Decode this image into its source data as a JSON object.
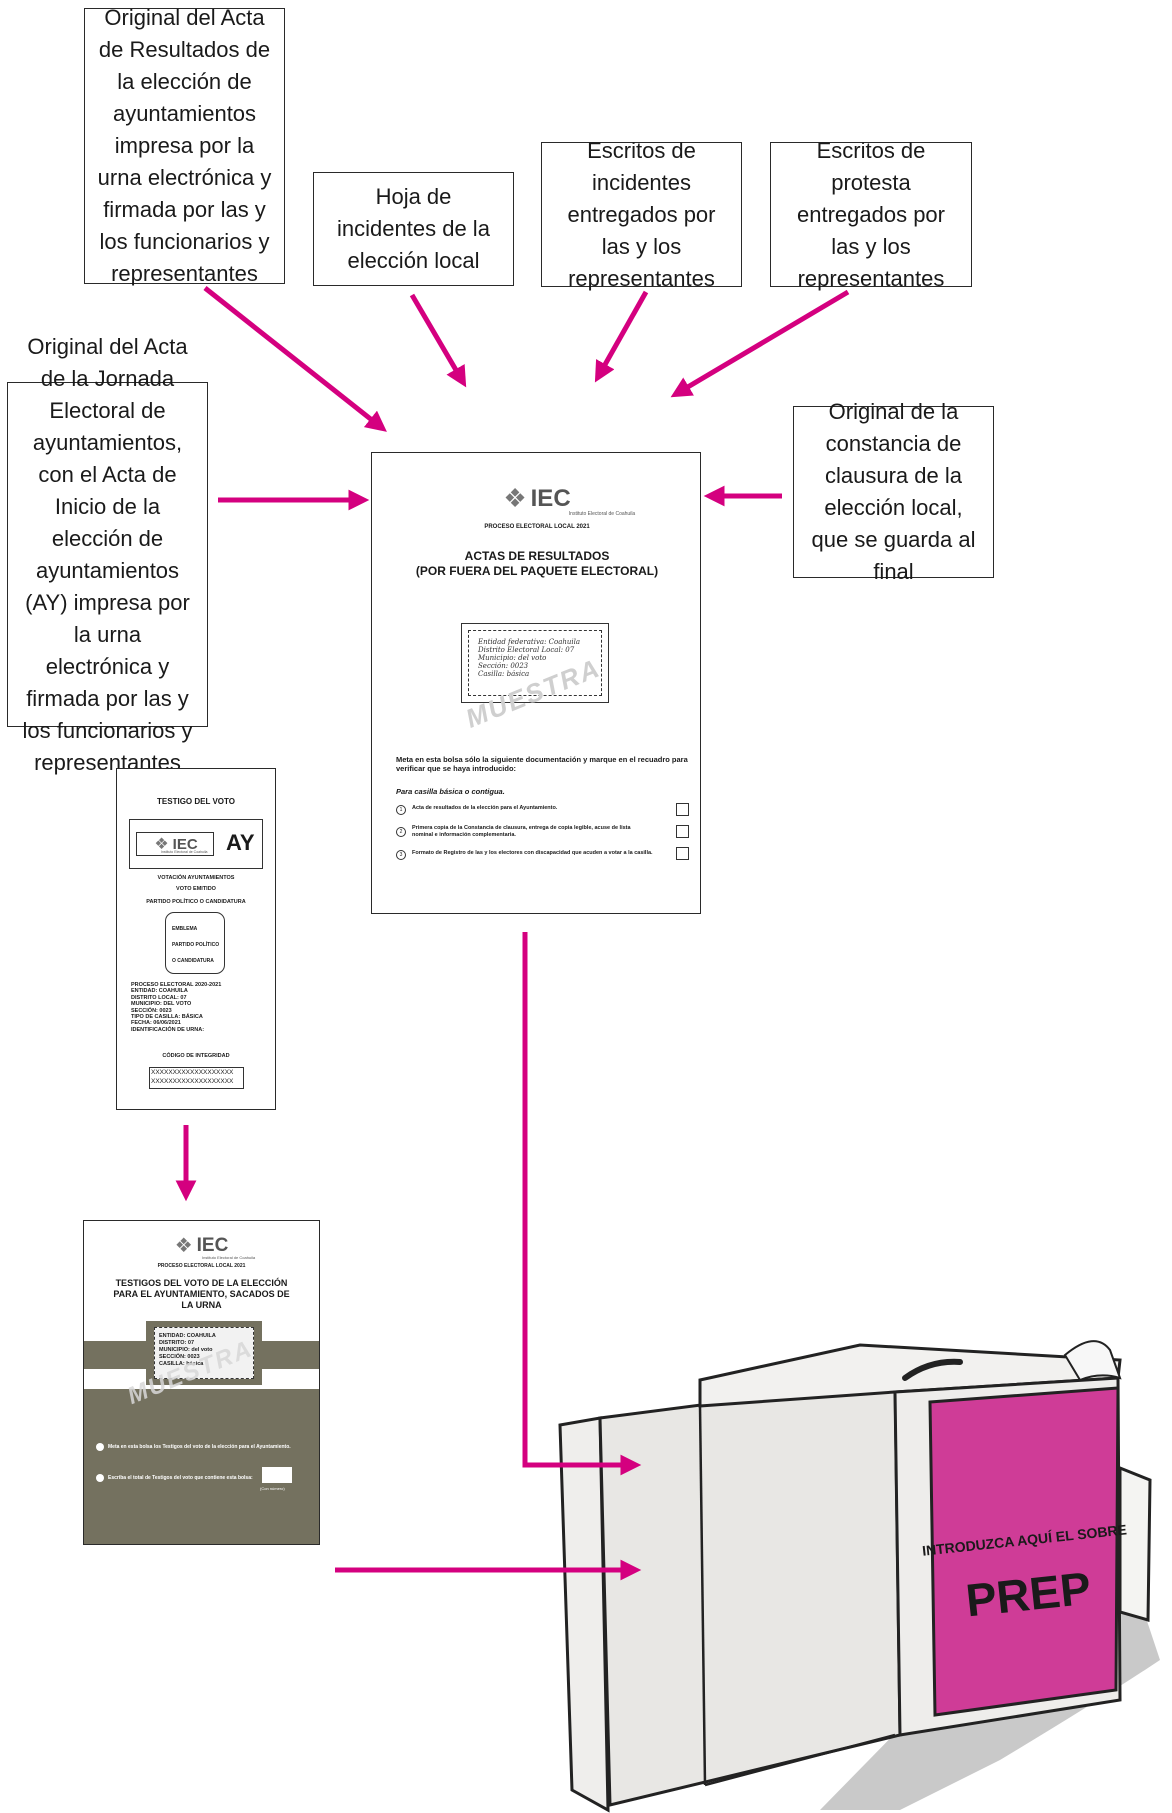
{
  "colors": {
    "accent": "#d4007f",
    "prep_bag": "#cf3c97",
    "olive": "#74715f",
    "box_gray": "#e8e7e4"
  },
  "boxes": {
    "acta_resultados": "Original del Acta de Resultados de la elección de ayuntamientos impresa por la urna electrónica y firmada por las y los funcionarios y representantes",
    "hoja_incidentes": "Hoja de incidentes de la elección local",
    "escritos_incidentes": "Escritos de incidentes entregados por las y los representantes",
    "escritos_protesta": "Escritos de protesta entregados por las y los representantes",
    "acta_jornada": "Original del Acta de la Jornada Electoral de ayuntamientos, con el Acta de Inicio de la elección de ayuntamientos (AY) impresa por la urna electrónica y firmada por las y los funcionarios y representantes",
    "constancia_clausura": "Original de la constancia de clausura de la elección local, que se guarda al final"
  },
  "envelope": {
    "logo_text": "IEC",
    "logo_sub": "Instituto Electoral de Coahuila",
    "process": "PROCESO ELECTORAL LOCAL 2021",
    "title_line1": "ACTAS DE RESULTADOS",
    "title_line2": "(POR FUERA DEL PAQUETE ELECTORAL)",
    "label_lines": [
      "Entidad federativa: Coahuila",
      "Distrito Electoral Local: 07",
      "Municipio: del voto",
      "Sección: 0023",
      "Casilla: básica"
    ],
    "watermark": "MUESTRA",
    "instruction": "Meta en esta bolsa sólo la siguiente documentación y marque en el recuadro para verificar que se haya introducido:",
    "subheading": "Para casilla básica o contigua.",
    "items": [
      {
        "num": "1",
        "text": "Acta de resultados de la elección para el Ayuntamiento."
      },
      {
        "num": "2",
        "text": "Primera copia de la Constancia de clausura, entrega de copia legible, acuse de lista nominal e información complementaria."
      },
      {
        "num": "3",
        "text": "Formato de Registro de las y los electores con discapacidad que acuden a votar a la casilla."
      }
    ]
  },
  "testigo": {
    "title": "TESTIGO DEL VOTO",
    "logo_text": "IEC",
    "logo_sub": "Instituto Electoral de Coahuila",
    "ay": "AY",
    "line1": "VOTACIÓN AYUNTAMIENTOS",
    "line2": "VOTO EMITIDO",
    "line3": "PARTIDO POLÍTICO O CANDIDATURA",
    "emblem": [
      "EMBLEMA",
      "PARTIDO POLÍTICO",
      "O CANDIDATURA"
    ],
    "details": [
      "PROCESO ELECTORAL 2020-2021",
      "ENTIDAD: COAHUILA",
      "DISTRITO LOCAL: 07",
      "MUNICIPIO: DEL VOTO",
      "SECCIÓN: 0023",
      "TIPO DE CASILLA: BÁSICA",
      "FECHA: 06/06/2021",
      "IDENTIFICACIÓN DE URNA:"
    ],
    "code_title": "CÓDIGO DE INTEGRIDAD",
    "code_lines": [
      "XXXXXXXXXXXXXXXXXXX",
      "XXXXXXXXXXXXXXXXXXX"
    ]
  },
  "bolsa_testigos": {
    "logo_text": "IEC",
    "logo_sub": "Instituto Electoral de Coahuila",
    "process": "PROCESO ELECTORAL LOCAL 2021",
    "title_lines": [
      "TESTIGOS DEL VOTO DE LA ELECCIÓN",
      "PARA EL AYUNTAMIENTO, SACADOS DE",
      "LA URNA"
    ],
    "label_lines": [
      "ENTIDAD: COAHUILA",
      "DISTRITO: 07",
      "MUNICIPIO: del voto",
      "SECCIÓN: 0023",
      "CASILLA: básica"
    ],
    "watermark": "MUESTRA",
    "item1": "Meta en esta bolsa los Testigos del voto de la elección para el Ayuntamiento.",
    "item2": "Escriba el total de Testigos del voto que contiene esta bolsa:",
    "count_caption": "(Con número)"
  },
  "package": {
    "bag_line1": "INTRODUZCA AQUÍ EL SOBRE",
    "bag_line2": "PREP"
  }
}
